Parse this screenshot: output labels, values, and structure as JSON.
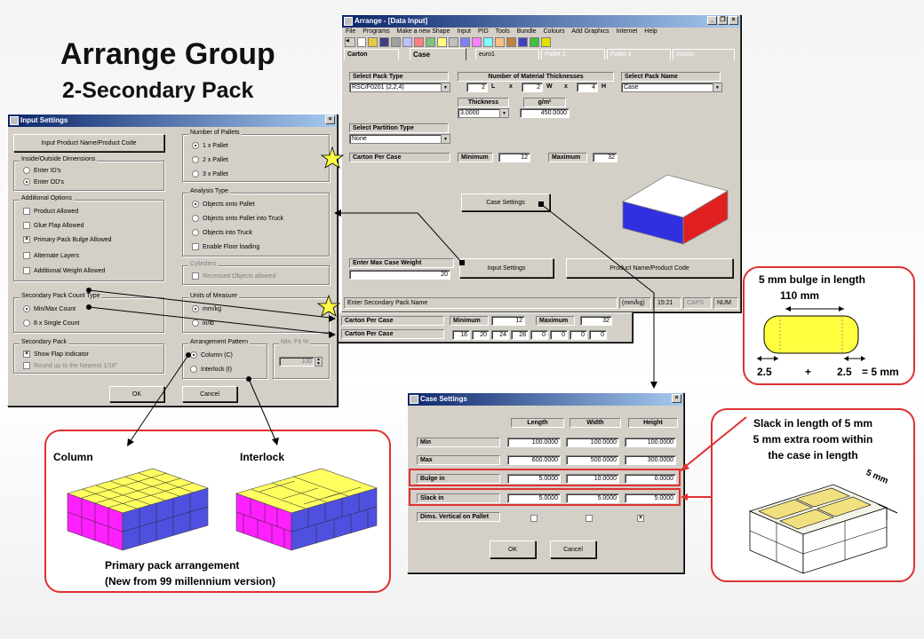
{
  "title": "Arrange Group",
  "subtitle": "2-Secondary Pack",
  "main_window": {
    "title": "Arrange - [Data Input]",
    "menu": [
      "File",
      "Programs",
      "Make a new Shape",
      "Input",
      "PID",
      "Tools",
      "Bundle",
      "Colours",
      "Add Graphics",
      "Internet",
      "Help"
    ],
    "tabs": [
      "Carton",
      "Case",
      "euro1",
      "Pallet 2",
      "Pallet 3",
      "20stan"
    ],
    "select_pack_type_label": "Select Pack Type",
    "pack_type_value": "RSC/F0201 (2,2,4)",
    "num_thickness_label": "Number of Material Thicknesses",
    "dim_L_value": "2",
    "dim_L_label": "L",
    "dim_W_value": "2",
    "dim_W_label": "W",
    "dim_H_value": "4",
    "dim_H_label": "H",
    "times": "x",
    "select_pack_name_label": "Select Pack Name",
    "pack_name_value": "Case",
    "thickness_label": "Thickness",
    "thickness_value": "3.0000",
    "gsm_label": "g/m²",
    "gsm_value": "450.0000",
    "select_partition_label": "Select Partition Type",
    "partition_value": "None",
    "carton_per_case_label": "Carton Per Case",
    "minimum_label": "Minimum",
    "minimum_value": "12",
    "maximum_label": "Maximum",
    "maximum_value": "32",
    "case_settings_btn": "Case Settings",
    "enter_max_weight_label": "Enter Max Case Weight",
    "max_weight_value": "20",
    "input_settings_btn": "Input Settings",
    "product_name_btn": "Product Name/Product Code",
    "status": [
      "Enter Secondary Pack Name",
      "(mm/kg)",
      "15:21",
      "CAPS",
      "NUM"
    ]
  },
  "count_panel": {
    "row1_label": "Carton Per Case",
    "minimum_label": "Minimum",
    "minimum_value": "12",
    "maximum_label": "Maximum",
    "maximum_value": "32",
    "row2_label": "Carton Per Case",
    "counts": [
      "16",
      "20",
      "24",
      "28",
      "0",
      "0",
      "0",
      "0"
    ]
  },
  "input_settings": {
    "title": "Input Settings",
    "product_btn": "Input Product Name/Product Code",
    "inside_outside_group": "Inside/Outside Dimensions",
    "enter_ids": "Enter ID's",
    "enter_ods": "Enter OD's",
    "additional_options_group": "Additional Options",
    "product_allowed": "Product Allowed",
    "glue_flap_allowed": "Glue Flap Allowed",
    "primary_bulge_allowed": "Primary Pack Bulge Allowed",
    "alternate_layers": "Alternate Layers",
    "additional_weight_allowed": "Additional Weight Allowed",
    "secondary_count_group": "Secondary Pack Count Type",
    "min_max_count": "Min/Max Count",
    "single_count": "8 x Single Count",
    "secondary_pack_group": "Secondary Pack",
    "show_flap_indicator": "Show Flap Indicator",
    "round_up": "Round up to the Nearest 1/16\"",
    "ok": "OK",
    "cancel": "Cancel",
    "num_pallets_group": "Number of Pallets",
    "pallet_1": "1 x Pallet",
    "pallet_2": "2 x Pallet",
    "pallet_3": "3 x Pallet",
    "analysis_type_group": "Analysis Type",
    "objects_onto_pallet": "Objects onto Pallet",
    "objects_onto_pallet_truck": "Objects onto Pallet into Truck",
    "objects_into_truck": "Objects into Truck",
    "enable_floor_loading": "Enable Floor loading",
    "cylinders_group": "Cylinders",
    "recessed_objects": "Recessed Objects allowed",
    "units_group": "Units of Measure",
    "mm_kg": "mm/kg",
    "in_lb": "in/lb",
    "arrangement_group": "Arrangement Pattern",
    "column": "Column (C)",
    "interlock": "Interlock (I)",
    "min_fit_label": "Min. Fit %",
    "min_fit_value": "100"
  },
  "case_settings": {
    "title": "Case Settings",
    "col_length": "Length",
    "col_width": "Width",
    "col_height": "Height",
    "rows": [
      {
        "label": "Min",
        "values": [
          "100.0000",
          "100.0000",
          "100.0000"
        ]
      },
      {
        "label": "Max",
        "values": [
          "600.0000",
          "500.0000",
          "300.0000"
        ]
      },
      {
        "label": "Bulge in",
        "values": [
          "5.0000",
          "10.0000",
          "0.0000"
        ]
      },
      {
        "label": "Slack in",
        "values": [
          "5.0000",
          "5.0000",
          "5.0000"
        ]
      }
    ],
    "dims_vertical_label": "Dims. Vertical on Pallet",
    "ok": "OK",
    "cancel": "Cancel"
  },
  "bulge_panel": {
    "heading": "5 mm bulge in length",
    "measure": "110 mm",
    "a": "2.5",
    "plus": "+",
    "b": "2.5",
    "eq": "= 5 mm"
  },
  "slack_panel": {
    "line1": "Slack in length of 5 mm",
    "line2": "5 mm extra room within",
    "line3": "the case in length",
    "mm": "5 mm"
  },
  "arrangement_panel": {
    "column_label": "Column",
    "interlock_label": "Interlock",
    "caption1": "Primary pack arrangement",
    "caption2": "(New from 99 millennium version)"
  },
  "colors": {
    "accent_red": "#e03030",
    "magenta": "#ff00ff",
    "blue": "#4040d0",
    "yellow": "#ffff40",
    "win_gray": "#d4d0c8",
    "title_blue": "#0a246a"
  }
}
